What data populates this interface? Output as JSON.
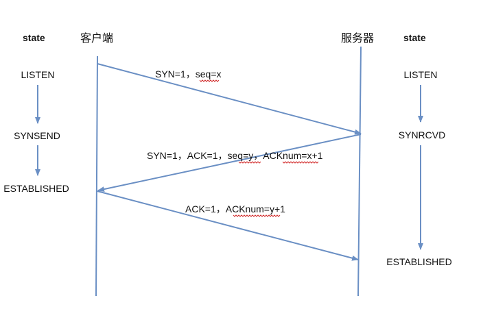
{
  "colors": {
    "line": "#6a8fc4",
    "squiggle": "#d22a2a",
    "text": "#111111"
  },
  "client": {
    "title": "客户端",
    "state_header": "state",
    "states": [
      "LISTEN",
      "SYNSEND",
      "ESTABLISHED"
    ]
  },
  "server": {
    "title": "服务器",
    "state_header": "state",
    "states": [
      "LISTEN",
      "SYNRCVD",
      "ESTABLISHED"
    ]
  },
  "messages": [
    {
      "label": "SYN=1，seq=x",
      "direction": "client-to-server"
    },
    {
      "label": "SYN=1，ACK=1，seq=y，ACKnum=x+1",
      "direction": "server-to-client"
    },
    {
      "label": "ACK=1，ACKnum=y+1",
      "direction": "client-to-server"
    }
  ]
}
